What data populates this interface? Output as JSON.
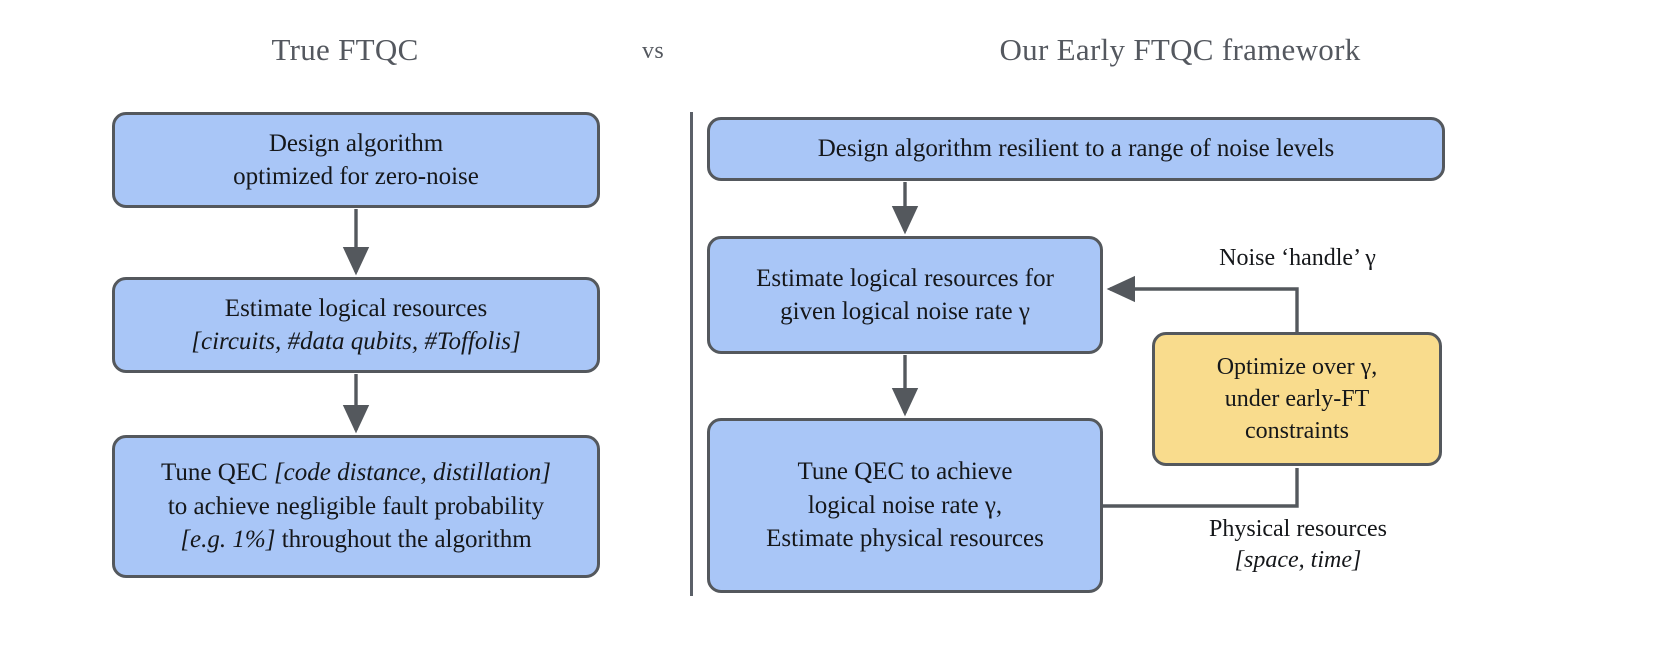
{
  "figure": {
    "titles": {
      "left": "True FTQC",
      "middle": "vs",
      "right": "Our Early FTQC framework"
    },
    "colors": {
      "box_blue": "#a9c6f7",
      "box_yellow": "#f9dc8d",
      "border": "#54585d",
      "title_text": "#54585f",
      "body_text": "#15171a",
      "divider": "#5b6068",
      "background": "#ffffff"
    }
  },
  "left_column": {
    "nodes": [
      {
        "id": "design-algorithm",
        "line1": "Design algorithm",
        "line2": "optimized for zero-noise"
      },
      {
        "id": "estimate-logical-resources",
        "line1": "Estimate logical resources",
        "line2": "[circuits, #data qubits, #Toffolis]"
      },
      {
        "id": "tune-qec",
        "line1_a": "Tune QEC ",
        "line1_b": "[code distance, distillation]",
        "line2": "to achieve negligible fault probability",
        "line3_a": "[e.g. 1%]",
        "line3_b": " throughout the algorithm"
      }
    ]
  },
  "right_column": {
    "nodes": [
      {
        "id": "design-resilient-algorithm",
        "line1": "Design algorithm resilient to a range of noise levels"
      },
      {
        "id": "estimate-logical-resources-gamma",
        "line1": "Estimate logical resources for",
        "line2": "given logical noise rate γ"
      },
      {
        "id": "tune-qec-gamma",
        "line1": "Tune QEC to achieve",
        "line2": "logical noise rate γ,",
        "line3": "Estimate physical resources"
      },
      {
        "id": "optimize-over-gamma",
        "line1": "Optimize over γ,",
        "line2": "under early-FT",
        "line3": "constraints"
      }
    ],
    "labels": {
      "noise_handle": "Noise ‘handle’ γ",
      "physical_resources_line1": "Physical resources",
      "physical_resources_line2": "[space, time]"
    }
  }
}
